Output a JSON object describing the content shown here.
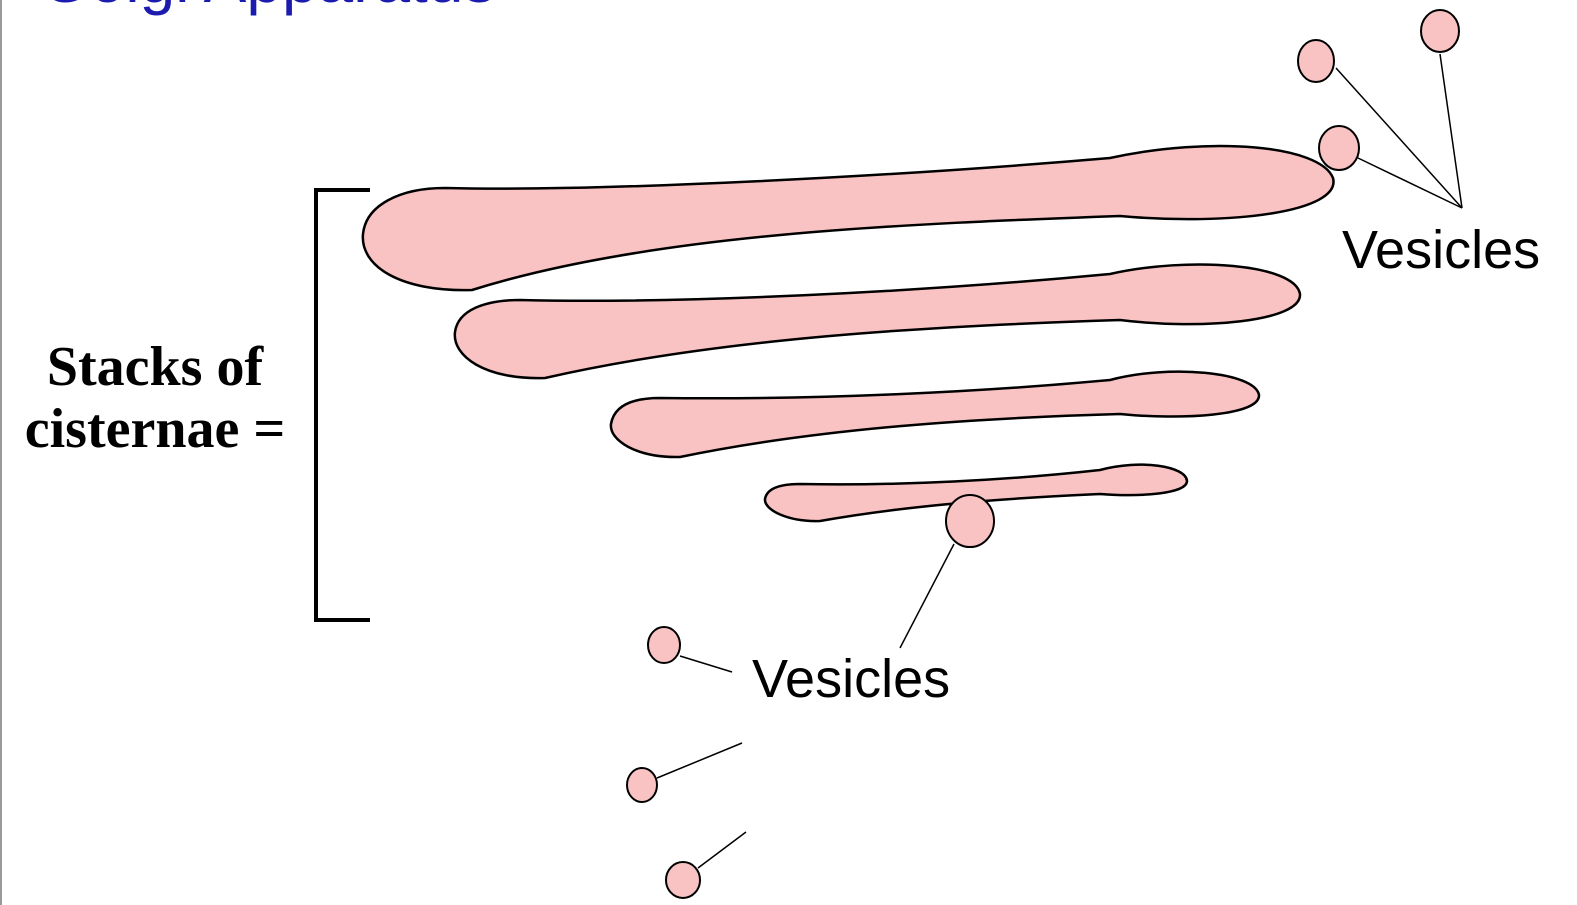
{
  "slide": {
    "title": "Golgi Apparatus"
  },
  "labels": {
    "stacks_line1": "Stacks of",
    "stacks_line2": "cisternae =",
    "vesicles_top": "Vesicles",
    "vesicles_bottom": "Vesicles"
  },
  "colors": {
    "title": "#1b1bb0",
    "membrane_fill": "#f9c3c3",
    "outline": "#000000"
  }
}
